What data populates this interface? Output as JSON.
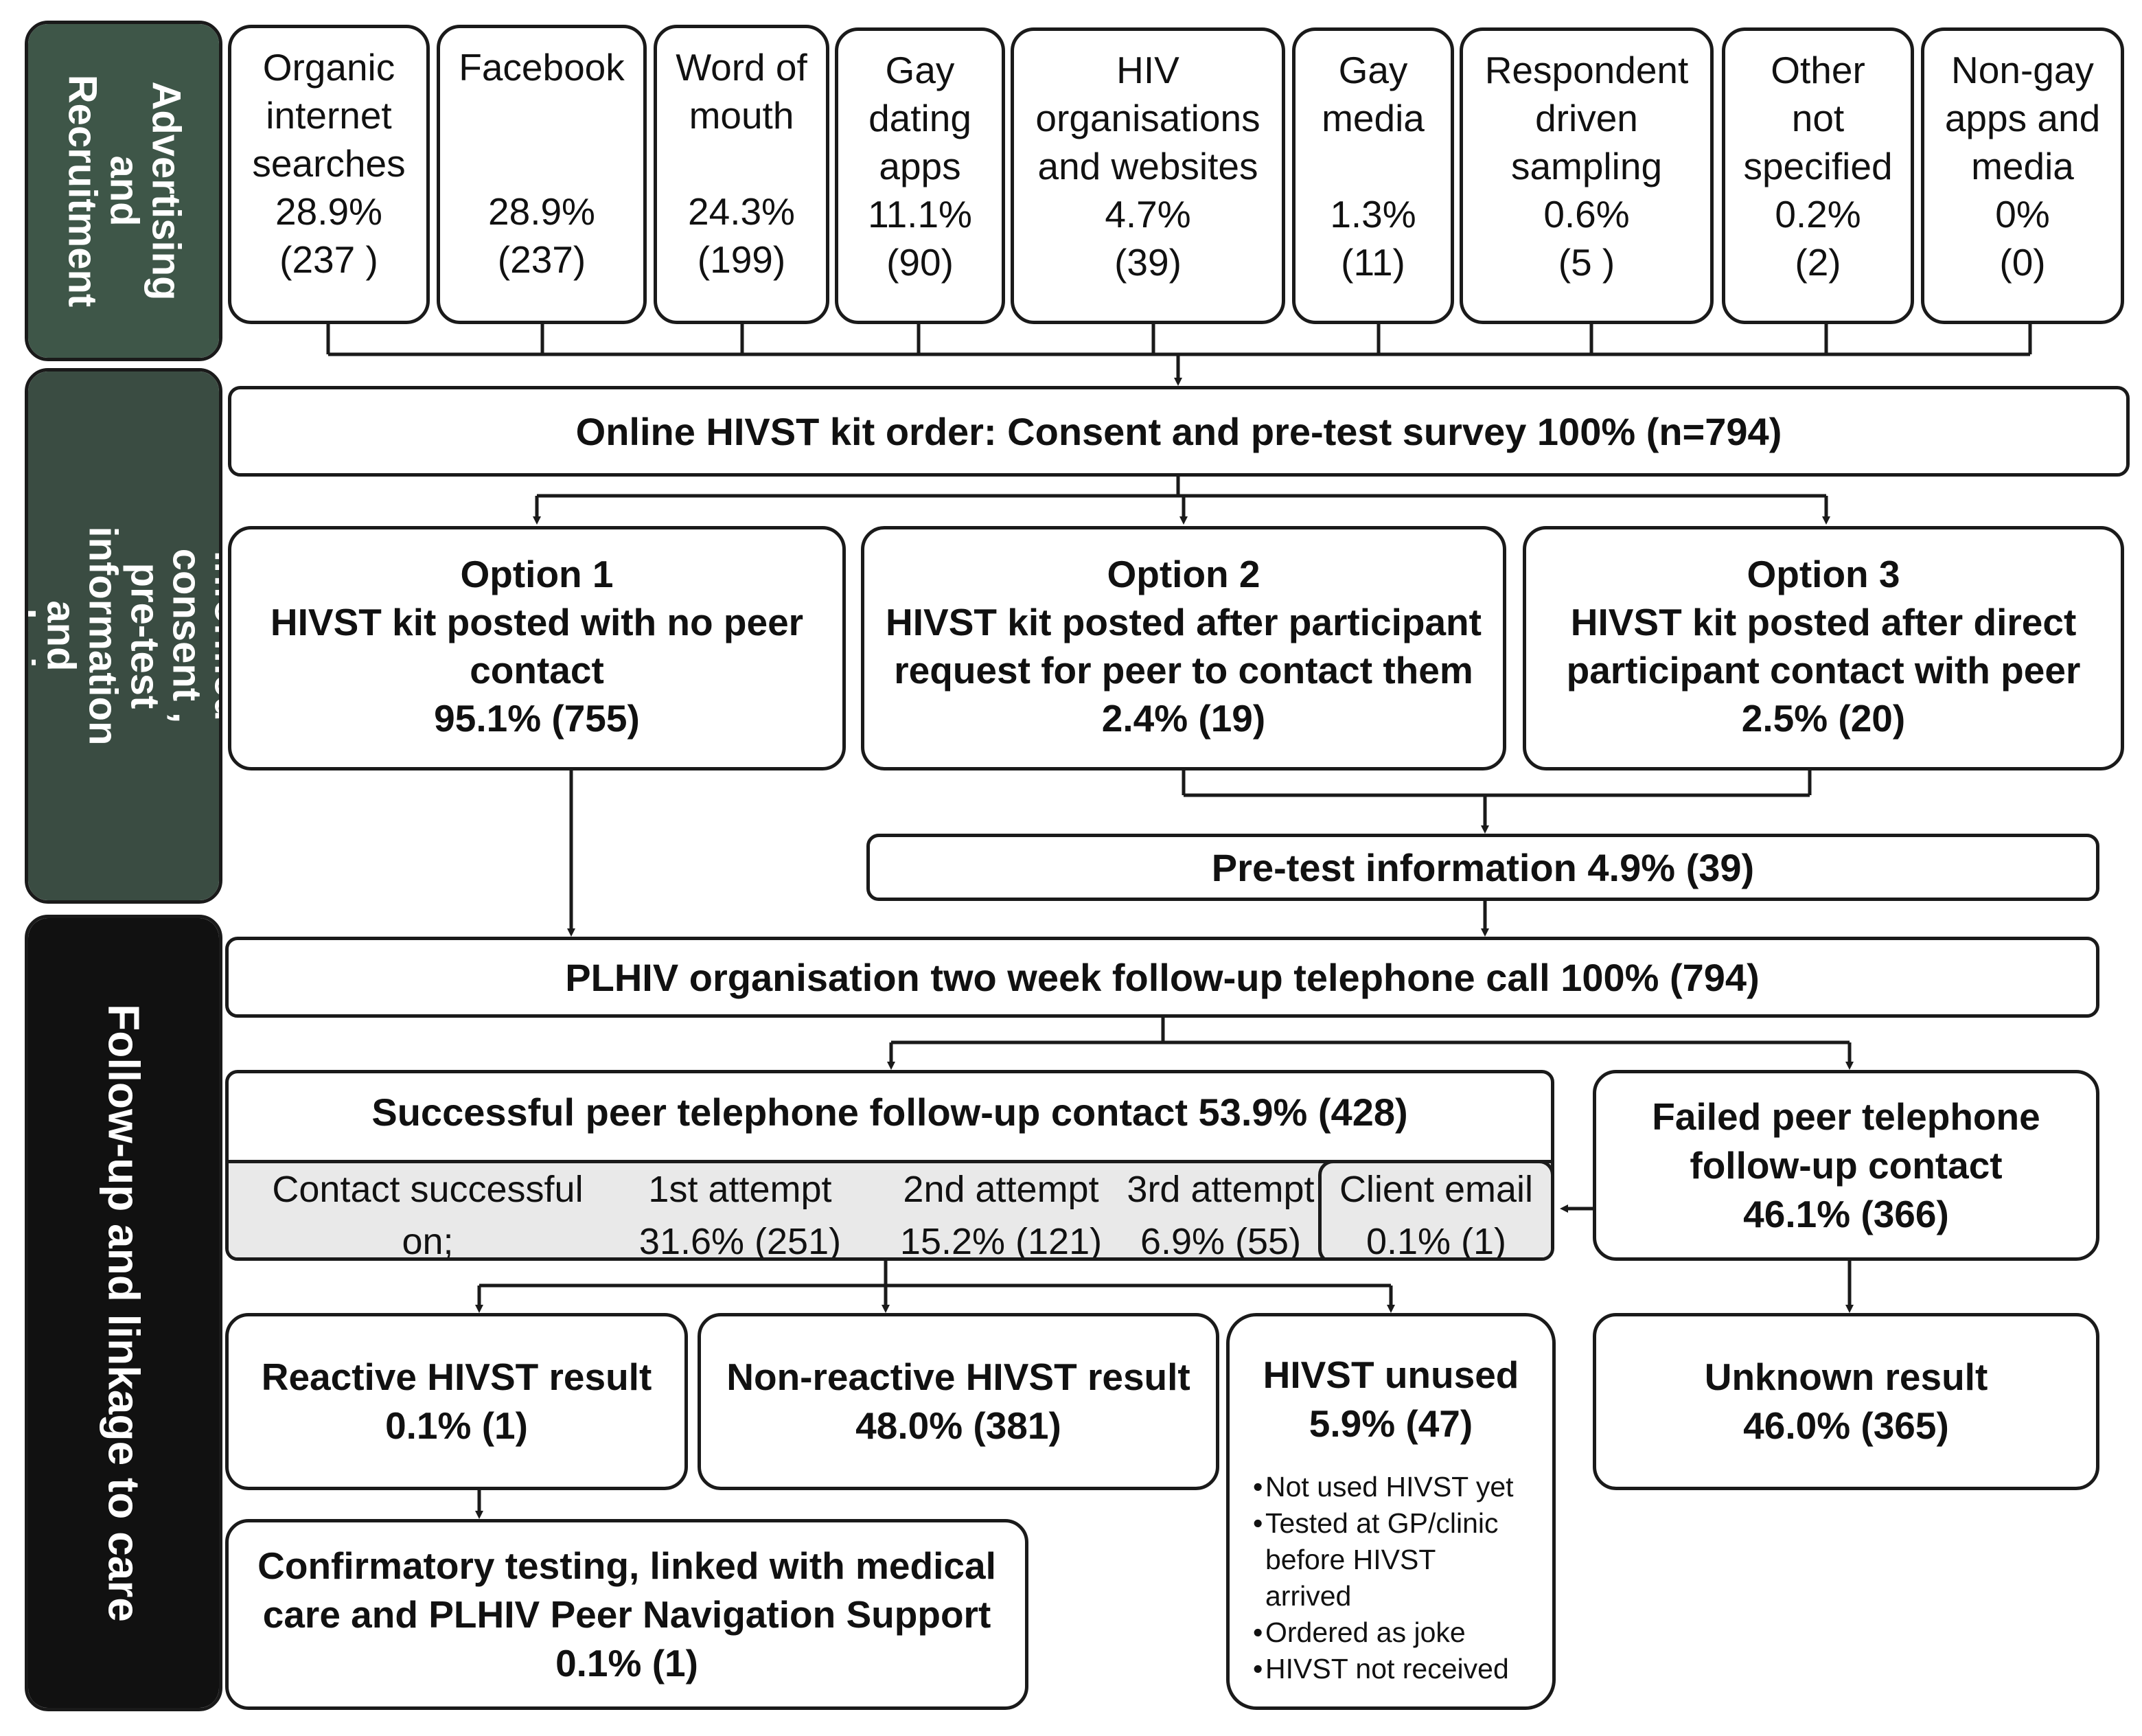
{
  "stages": {
    "recruitment": "Advertising\nand\nRecruitment",
    "consent": "Informed consent ,\npre-test information\nand ordering",
    "followup": "Follow-up and linkage to care"
  },
  "stage_colors": {
    "recruitment": "#3e5648",
    "consent": "#3a4c42",
    "followup": "#111111"
  },
  "sources": [
    {
      "name": "Organic\ninternet\nsearches",
      "pct": "28.9%",
      "n": "(237 )"
    },
    {
      "name": "Facebook",
      "pct": "28.9%",
      "n": "(237)"
    },
    {
      "name": "Word of\nmouth",
      "pct": "24.3%",
      "n": "(199)"
    },
    {
      "name": "Gay\ndating\napps",
      "pct": "11.1%",
      "n": "(90)"
    },
    {
      "name": "HIV\norganisations\nand websites",
      "pct": "4.7%",
      "n": "(39)"
    },
    {
      "name": "Gay\nmedia",
      "pct": "1.3%",
      "n": "(11)"
    },
    {
      "name": "Respondent\ndriven\nsampling",
      "pct": "0.6%",
      "n": "(5 )"
    },
    {
      "name": "Other\nnot\nspecified",
      "pct": "0.2%",
      "n": "(2)"
    },
    {
      "name": "Non-gay\napps and\nmedia",
      "pct": "0%",
      "n": "(0)"
    }
  ],
  "order": "Online HIVST kit order: Consent and pre-test survey 100% (n=794)",
  "options": [
    {
      "title": "Option 1",
      "lines": [
        "HIVST kit posted with no peer",
        "contact"
      ],
      "stat": "95.1% (755)"
    },
    {
      "title": "Option 2",
      "lines": [
        "HIVST kit posted after participant",
        "request for peer to contact them"
      ],
      "stat": "2.4% (19)"
    },
    {
      "title": "Option 3",
      "lines": [
        "HIVST kit posted after direct",
        "participant contact with peer"
      ],
      "stat": "2.5% (20)"
    }
  ],
  "pretest": "Pre-test information 4.9% (39)",
  "followup_call": "PLHIV organisation two week follow-up telephone call 100% (794)",
  "success": {
    "title": "Successful peer telephone follow-up contact 53.9% (428)",
    "label": [
      "Contact successful",
      "on;"
    ],
    "attempts": [
      {
        "label": "1st attempt",
        "stat": "31.6% (251)"
      },
      {
        "label": "2nd attempt",
        "stat": "15.2% (121)"
      },
      {
        "label": "3rd attempt",
        "stat": "6.9% (55)"
      }
    ],
    "email": {
      "label": "Client email",
      "stat": "0.1% (1)"
    }
  },
  "failed": {
    "lines": [
      "Failed peer telephone",
      "follow-up contact"
    ],
    "stat": "46.1% (366)"
  },
  "reactive": {
    "title": "Reactive HIVST result",
    "stat": "0.1% (1)"
  },
  "nonreactive": {
    "title": "Non-reactive HIVST result",
    "stat": "48.0% (381)"
  },
  "unused": {
    "title": "HIVST unused",
    "stat": "5.9% (47)",
    "reasons": [
      "Not used HIVST yet",
      "Tested at GP/clinic before HIVST arrived",
      "Ordered as joke",
      "HIVST not received"
    ]
  },
  "unknown": {
    "title": "Unknown result",
    "stat": "46.0% (365)"
  },
  "confirm": {
    "lines": [
      "Confirmatory testing, linked with medical",
      "care and PLHIV Peer Navigation Support"
    ],
    "stat": "0.1% (1)"
  }
}
